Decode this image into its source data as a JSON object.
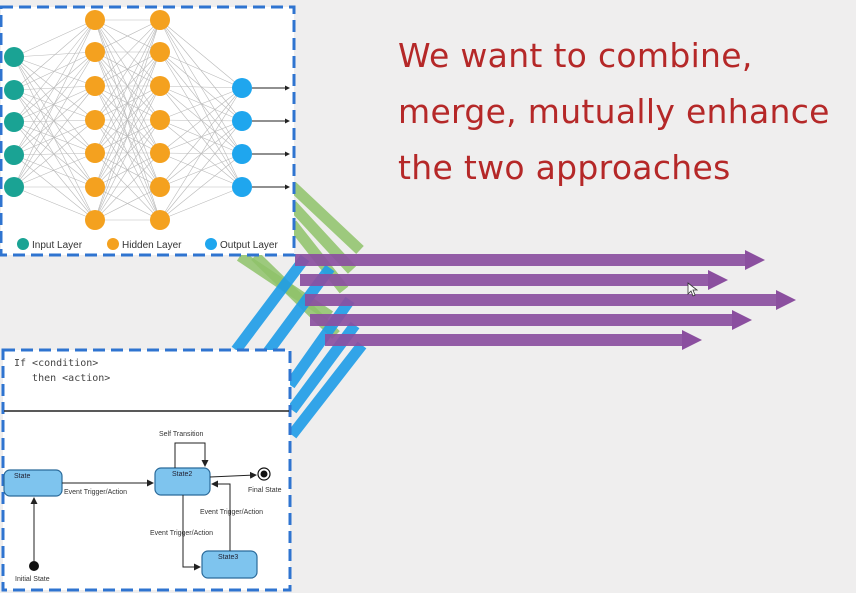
{
  "headline": {
    "lines": [
      "We want to  combine,",
      "merge, mutually enhance",
      "the two approaches"
    ],
    "color": "#b52828"
  },
  "neural_network": {
    "legend": [
      {
        "label": "Input Layer",
        "color": "#1aa394"
      },
      {
        "label": "Hidden Layer",
        "color": "#f4a11f"
      },
      {
        "label": "Output Layer",
        "color": "#1fa6ee"
      }
    ],
    "layers": [
      {
        "role": "input",
        "nodes": 5
      },
      {
        "role": "hidden",
        "nodes": 7
      },
      {
        "role": "hidden",
        "nodes": 7
      },
      {
        "role": "output",
        "nodes": 4
      }
    ]
  },
  "rules": {
    "code": [
      "If <condition>",
      "   then <action>"
    ],
    "states": {
      "state1": "State",
      "state2": "State2",
      "state3": "State3",
      "initial": "Initial State",
      "final": "Final State"
    },
    "transitions": {
      "self": "Self Transition",
      "t1": "Event Trigger/Action",
      "t2": "Event Trigger/Action",
      "t3": "Event Trigger/Action"
    }
  },
  "colors": {
    "frame_border": "#2f74d0",
    "stream_green": "#8fc36a",
    "stream_blue": "#1e9de8",
    "stream_purple": "#8b4f9f",
    "state_fill": "#7ec4ee"
  }
}
